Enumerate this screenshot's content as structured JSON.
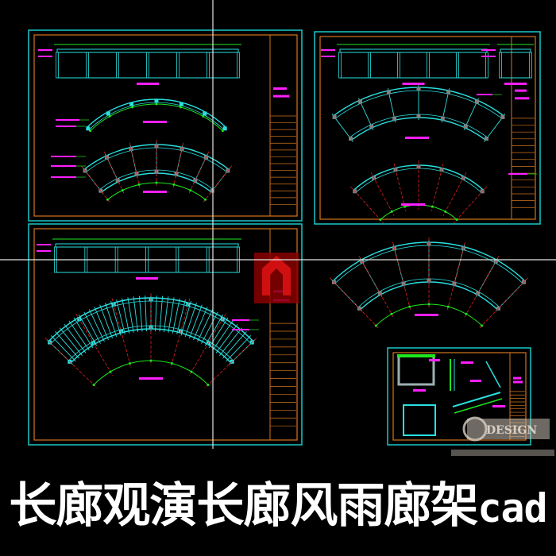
{
  "title": {
    "main": "长廊观演长廊风雨廊架",
    "suffix": "cad"
  },
  "watermark_text": "DESIGN",
  "colors": {
    "background": "#000000",
    "sheet_border": "#19c8c8",
    "frame": "#d2761e",
    "structure": "#29e0e0",
    "dimension": "#1ee61e",
    "annotation": "#ff1eff",
    "axis": "#e01e1e",
    "crosshair": "#e6e6e6"
  },
  "sheets": [
    {
      "id": "sheet-1",
      "drawings": [
        "elevation",
        "arc-plan",
        "fan-plan"
      ]
    },
    {
      "id": "sheet-2",
      "drawings": [
        "elevation",
        "fan-plan",
        "axis-plan"
      ]
    },
    {
      "id": "sheet-3",
      "drawings": [
        "elevation",
        "dense-rafter-plan"
      ]
    },
    {
      "id": "sheet-4",
      "drawings": [
        "detail-frames"
      ]
    }
  ]
}
